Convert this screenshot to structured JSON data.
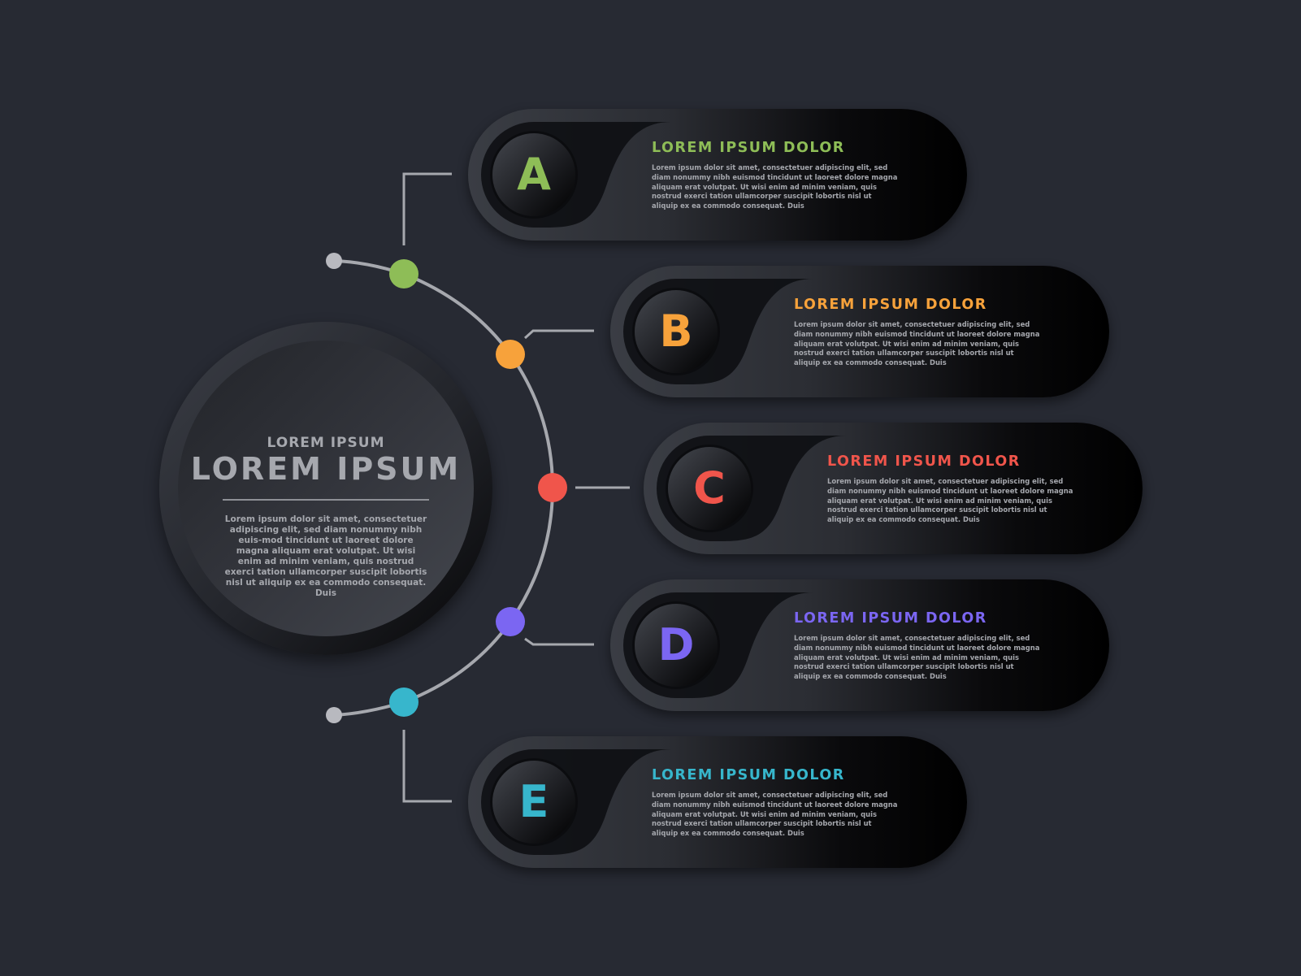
{
  "hub": {
    "subtitle": "LOREM IPSUM",
    "title": "LOREM IPSUM",
    "text": "Lorem ipsum dolor sit amet, consectetuer adipiscing elit, sed diam nonummy nibh euis-mod tincidunt ut laoreet dolore magna aliquam erat volutpat. Ut wisi enim ad minim veniam, quis nostrud exerci tation ullamcorper suscipit lobortis nisl ut aliquip ex ea commodo consequat. Duis"
  },
  "colors": {
    "background": "#272a33",
    "connector": "#a6a8ae",
    "node_end": "#b8b9bf"
  },
  "items": [
    {
      "letter": "A",
      "title": "LOREM IPSUM DOLOR",
      "color": "#8ebd57",
      "text": "Lorem ipsum dolor sit amet, consectetuer adipiscing elit, sed diam nonummy nibh euismod tincidunt ut laoreet dolore magna aliquam erat volutpat. Ut wisi enim ad minim veniam, quis nostrud exerci tation ullamcorper suscipit lobortis nisl ut aliquip ex ea commodo consequat. Duis"
    },
    {
      "letter": "B",
      "title": "LOREM IPSUM DOLOR",
      "color": "#f7a23b",
      "text": "Lorem ipsum dolor sit amet, consectetuer adipiscing elit, sed diam nonummy nibh euismod tincidunt ut laoreet dolore magna aliquam erat volutpat. Ut wisi enim ad minim veniam, quis nostrud exerci tation ullamcorper suscipit lobortis nisl ut aliquip ex ea commodo consequat. Duis"
    },
    {
      "letter": "C",
      "title": "LOREM IPSUM DOLOR",
      "color": "#f0554b",
      "text": "Lorem ipsum dolor sit amet, consectetuer adipiscing elit, sed diam nonummy nibh euismod tincidunt ut laoreet dolore magna aliquam erat volutpat. Ut wisi enim ad minim veniam, quis nostrud exerci tation ullamcorper suscipit lobortis nisl ut aliquip ex ea commodo consequat. Duis"
    },
    {
      "letter": "D",
      "title": "LOREM IPSUM DOLOR",
      "color": "#7b66f2",
      "text": "Lorem ipsum dolor sit amet, consectetuer adipiscing elit, sed diam nonummy nibh euismod tincidunt ut laoreet dolore magna aliquam erat volutpat. Ut wisi enim ad minim veniam, quis nostrud exerci tation ullamcorper suscipit lobortis nisl ut aliquip ex ea commodo consequat. Duis"
    },
    {
      "letter": "E",
      "title": "LOREM IPSUM DOLOR",
      "color": "#37b6cc",
      "text": "Lorem ipsum dolor sit amet, consectetuer adipiscing elit, sed diam nonummy nibh euismod tincidunt ut laoreet dolore magna aliquam erat volutpat. Ut wisi enim ad minim veniam, quis nostrud exerci tation ullamcorper suscipit lobortis nisl ut aliquip ex ea commodo consequat. Duis"
    }
  ]
}
